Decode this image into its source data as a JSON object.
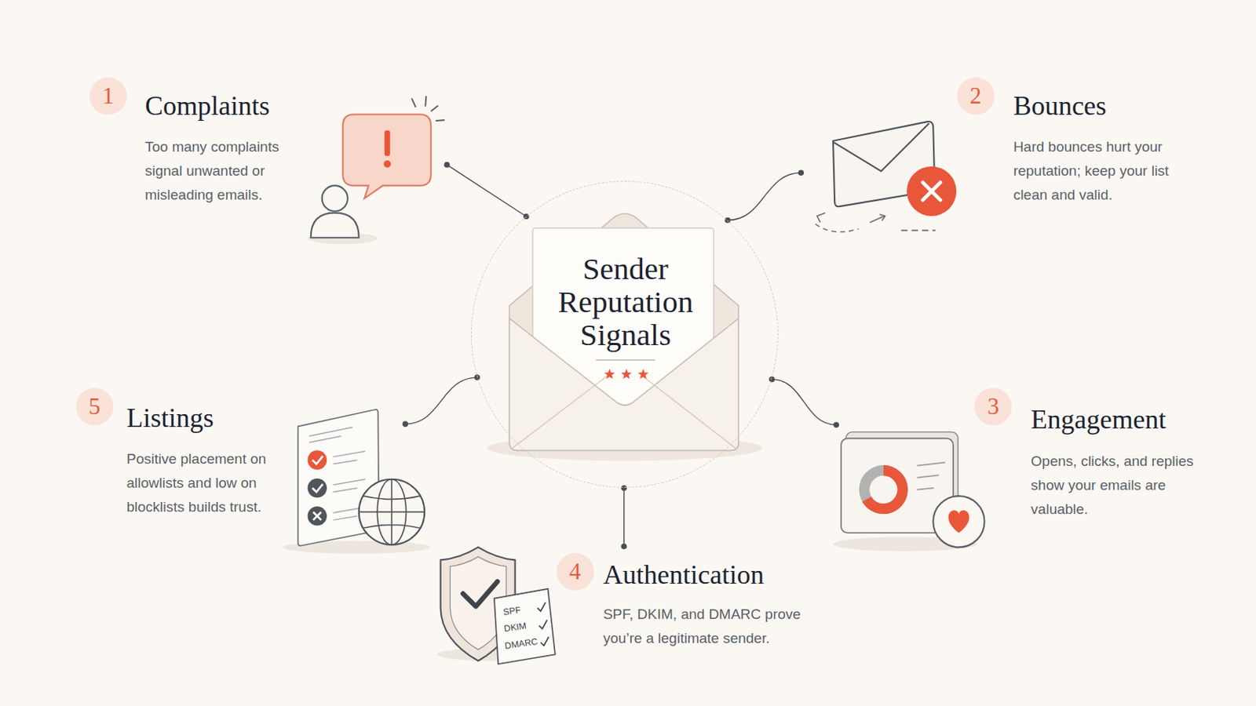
{
  "diagram": {
    "nodes": [
      {
        "text": [
          "Sender Reputation Signals"
        ]
      },
      {
        "text": [
          "Complaints",
          "Too many complaints signal unwanted or misleading emails."
        ]
      },
      {
        "text": [
          "Bounces",
          "Hard bounces hurt your reputation; keep your list clean and valid."
        ]
      },
      {
        "text": [
          "Engagement",
          "Opens, clicks, and replies show your emails are valuable."
        ]
      },
      {
        "text": [
          "Authentication",
          "SPF, DKIM, and DMARC prove you’re a legitimate sender."
        ]
      },
      {
        "text": [
          "Listings",
          "Positive placement on allowlists and low on blocklists builds trust."
        ]
      }
    ],
    "edges": [
      {
        "from": 0,
        "to": 1,
        "arrow": "none"
      },
      {
        "from": 0,
        "to": 2,
        "arrow": "none"
      },
      {
        "from": 0,
        "to": 3,
        "arrow": "none"
      },
      {
        "from": 0,
        "to": 4,
        "arrow": "none"
      },
      {
        "from": 0,
        "to": 5,
        "arrow": "none"
      }
    ],
    "labels": [
      "1",
      "2",
      "3",
      "4",
      "5",
      "SPF",
      "DKIM",
      "DMARC"
    ]
  }
}
